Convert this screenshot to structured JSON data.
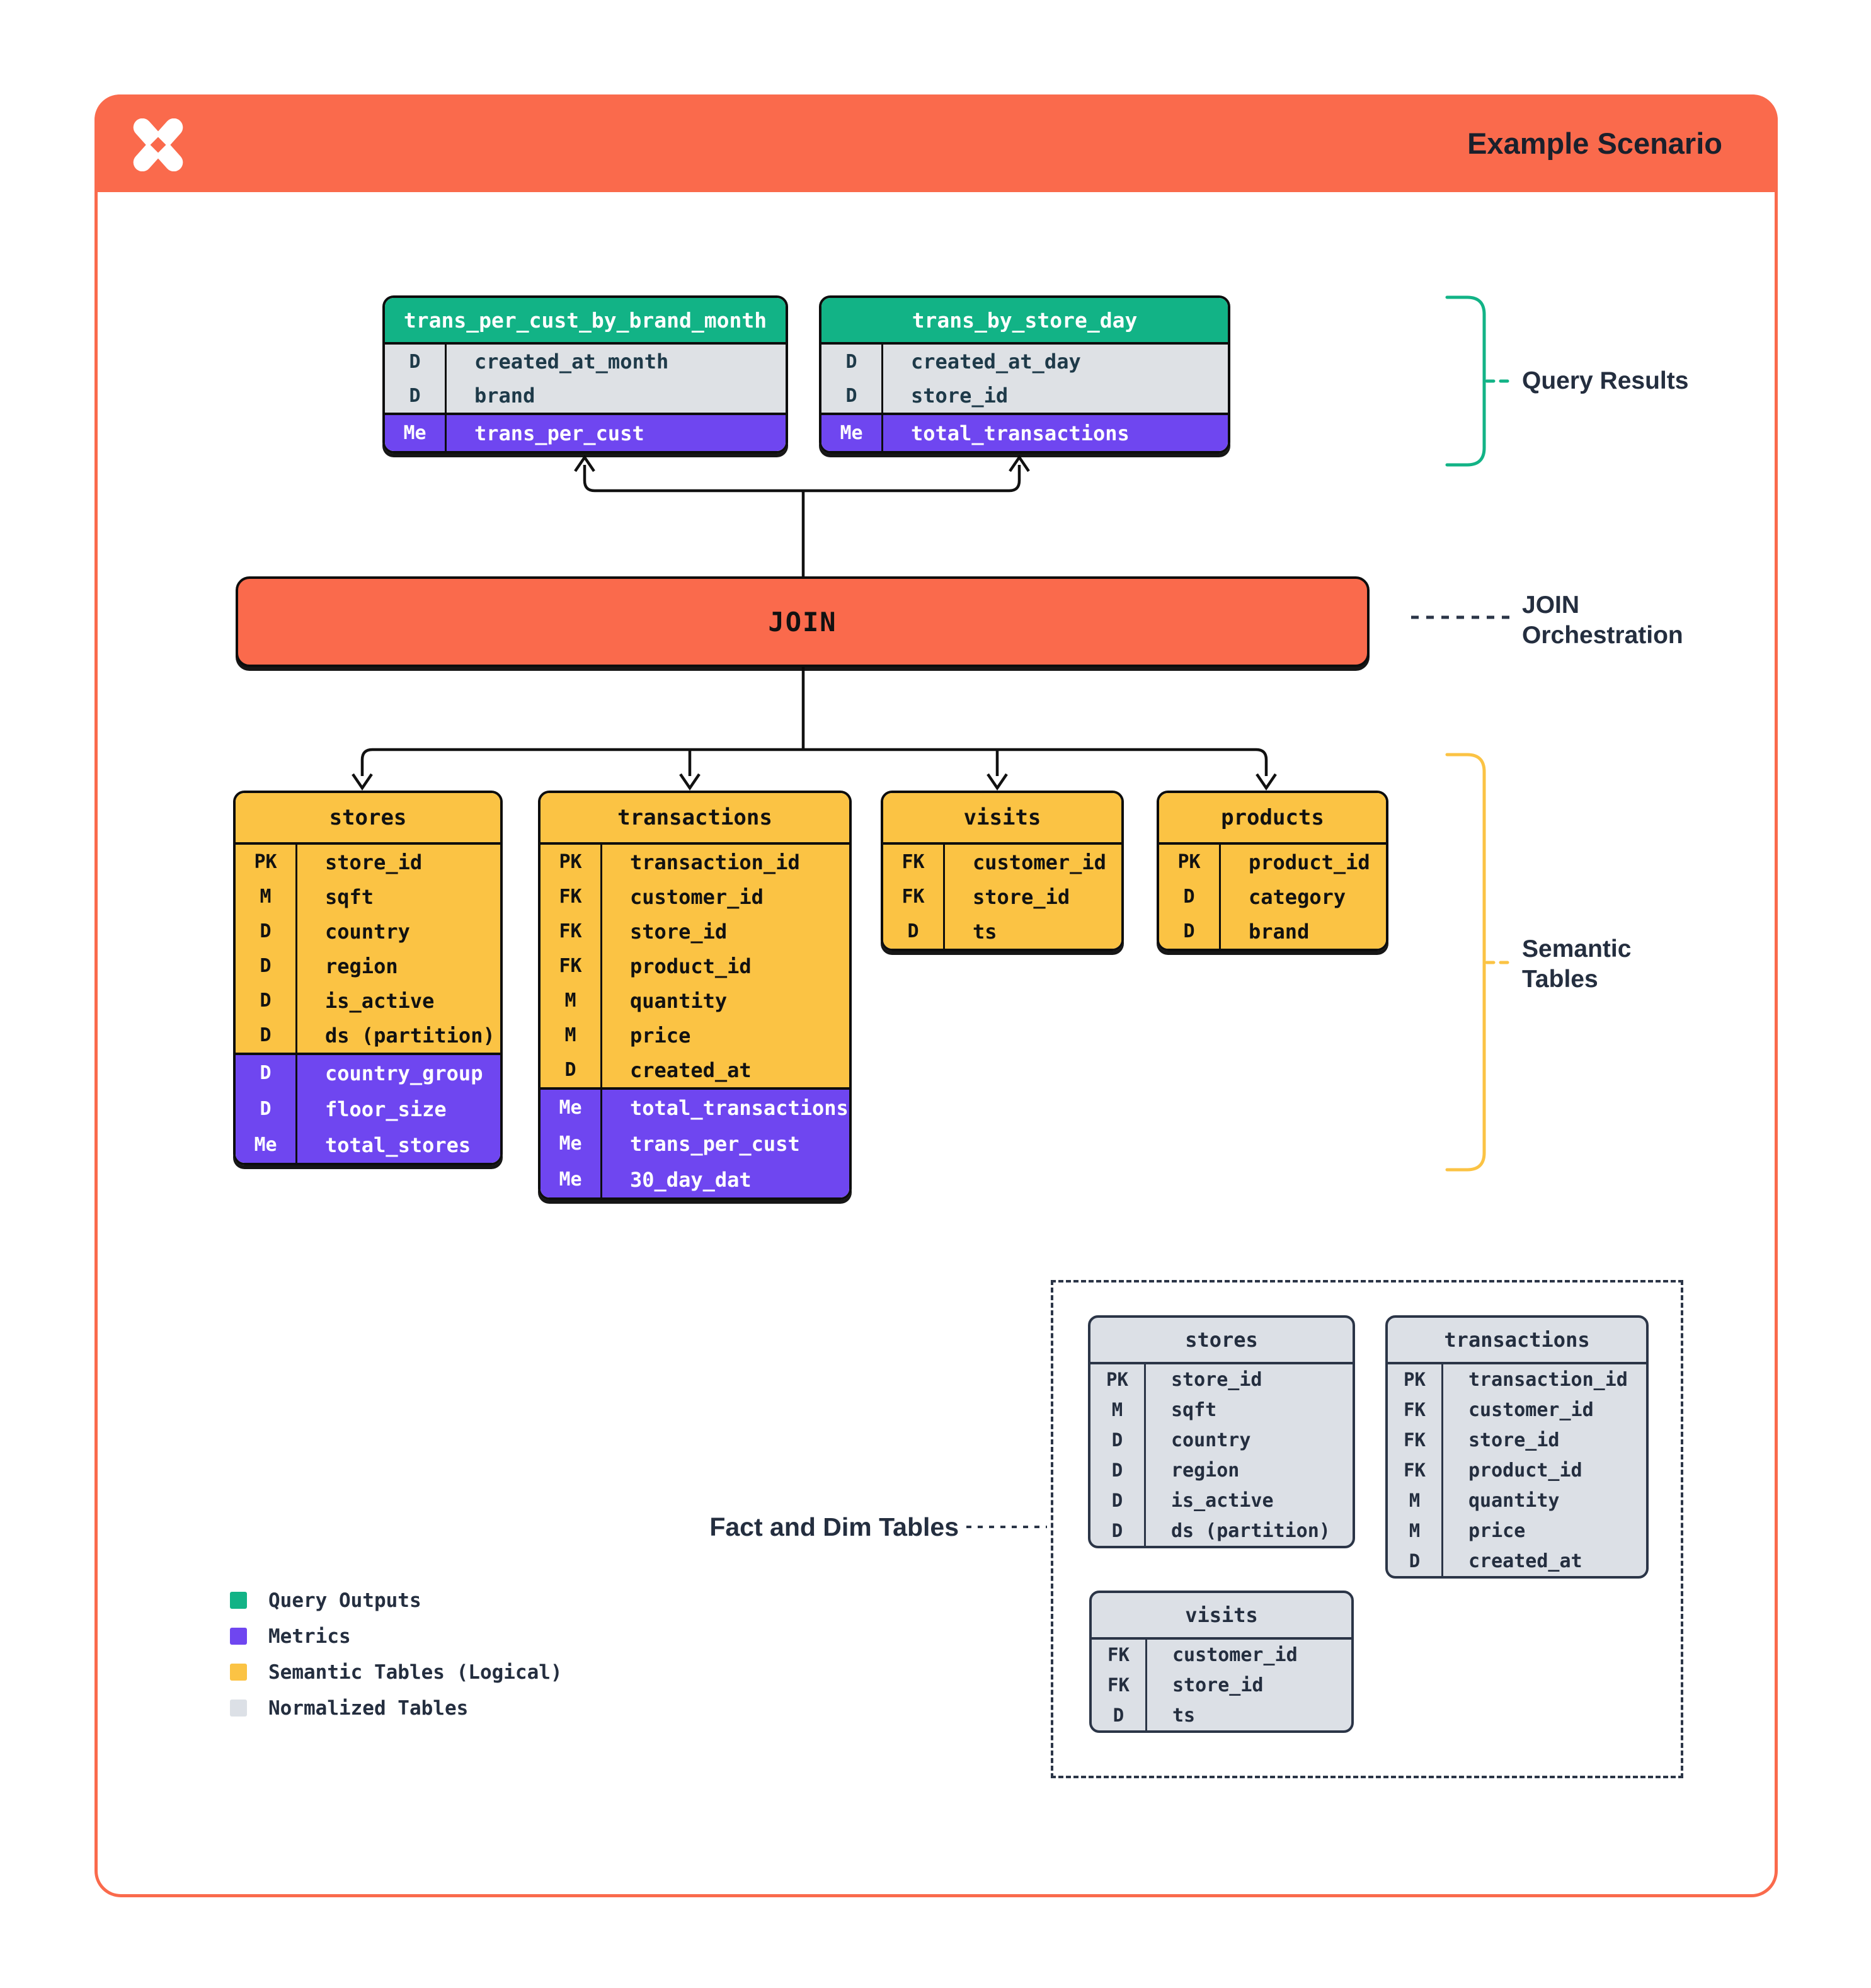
{
  "header": {
    "title": "Example Scenario",
    "logo_icon": "pinwheel-x-logo"
  },
  "palette": {
    "orange": "#FA6A4C",
    "green": "#12B386",
    "purple": "#6F46F0",
    "yellow": "#FBC344",
    "gray": "#DCE0E6",
    "navy": "#242E3F",
    "black": "#0D0D0D"
  },
  "join": {
    "label": "JOIN"
  },
  "annotations": {
    "query_results": "Query Results",
    "join_orchestration": "JOIN Orchestration",
    "semantic_tables": "Semantic Tables",
    "fact_dim": "Fact and Dim Tables"
  },
  "query_tables": [
    {
      "title": "trans_per_cust_by_brand_month",
      "dim_rows": [
        {
          "k": "D",
          "v": "created_at_month"
        },
        {
          "k": "D",
          "v": "brand"
        }
      ],
      "metric_rows": [
        {
          "k": "Me",
          "v": "trans_per_cust"
        }
      ]
    },
    {
      "title": "trans_by_store_day",
      "dim_rows": [
        {
          "k": "D",
          "v": "created_at_day"
        },
        {
          "k": "D",
          "v": "store_id"
        }
      ],
      "metric_rows": [
        {
          "k": "Me",
          "v": "total_transactions"
        }
      ]
    }
  ],
  "semantic_tables": [
    {
      "title": "stores",
      "dim_rows": [
        {
          "k": "PK",
          "v": "store_id"
        },
        {
          "k": "M",
          "v": "sqft"
        },
        {
          "k": "D",
          "v": "country"
        },
        {
          "k": "D",
          "v": "region"
        },
        {
          "k": "D",
          "v": "is_active"
        },
        {
          "k": "D",
          "v": "ds (partition)"
        }
      ],
      "metric_rows": [
        {
          "k": "D",
          "v": "country_group"
        },
        {
          "k": "D",
          "v": "floor_size"
        },
        {
          "k": "Me",
          "v": "total_stores"
        }
      ]
    },
    {
      "title": "transactions",
      "dim_rows": [
        {
          "k": "PK",
          "v": "transaction_id"
        },
        {
          "k": "FK",
          "v": "customer_id"
        },
        {
          "k": "FK",
          "v": "store_id"
        },
        {
          "k": "FK",
          "v": "product_id"
        },
        {
          "k": "M",
          "v": "quantity"
        },
        {
          "k": "M",
          "v": "price"
        },
        {
          "k": "D",
          "v": "created_at"
        }
      ],
      "metric_rows": [
        {
          "k": "Me",
          "v": "total_transactions"
        },
        {
          "k": "Me",
          "v": "trans_per_cust"
        },
        {
          "k": "Me",
          "v": "30_day_dat"
        }
      ]
    },
    {
      "title": "visits",
      "dim_rows": [
        {
          "k": "FK",
          "v": "customer_id"
        },
        {
          "k": "FK",
          "v": "store_id"
        },
        {
          "k": "D",
          "v": "ts"
        }
      ],
      "metric_rows": []
    },
    {
      "title": "products",
      "dim_rows": [
        {
          "k": "PK",
          "v": "product_id"
        },
        {
          "k": "D",
          "v": "category"
        },
        {
          "k": "D",
          "v": "brand"
        }
      ],
      "metric_rows": []
    }
  ],
  "normalized_tables": [
    {
      "title": "stores",
      "rows": [
        {
          "k": "PK",
          "v": "store_id"
        },
        {
          "k": "M",
          "v": "sqft"
        },
        {
          "k": "D",
          "v": "country"
        },
        {
          "k": "D",
          "v": "region"
        },
        {
          "k": "D",
          "v": "is_active"
        },
        {
          "k": "D",
          "v": "ds (partition)"
        }
      ]
    },
    {
      "title": "transactions",
      "rows": [
        {
          "k": "PK",
          "v": "transaction_id"
        },
        {
          "k": "FK",
          "v": "customer_id"
        },
        {
          "k": "FK",
          "v": "store_id"
        },
        {
          "k": "FK",
          "v": "product_id"
        },
        {
          "k": "M",
          "v": "quantity"
        },
        {
          "k": "M",
          "v": "price"
        },
        {
          "k": "D",
          "v": "created_at"
        }
      ]
    },
    {
      "title": "visits",
      "rows": [
        {
          "k": "FK",
          "v": "customer_id"
        },
        {
          "k": "FK",
          "v": "store_id"
        },
        {
          "k": "D",
          "v": "ts"
        }
      ]
    }
  ],
  "legend": [
    {
      "label": "Query Outputs",
      "color": "#12B386"
    },
    {
      "label": "Metrics",
      "color": "#6F46F0"
    },
    {
      "label": "Semantic Tables (Logical)",
      "color": "#FBC344"
    },
    {
      "label": "Normalized Tables",
      "color": "#DCE0E6"
    }
  ]
}
